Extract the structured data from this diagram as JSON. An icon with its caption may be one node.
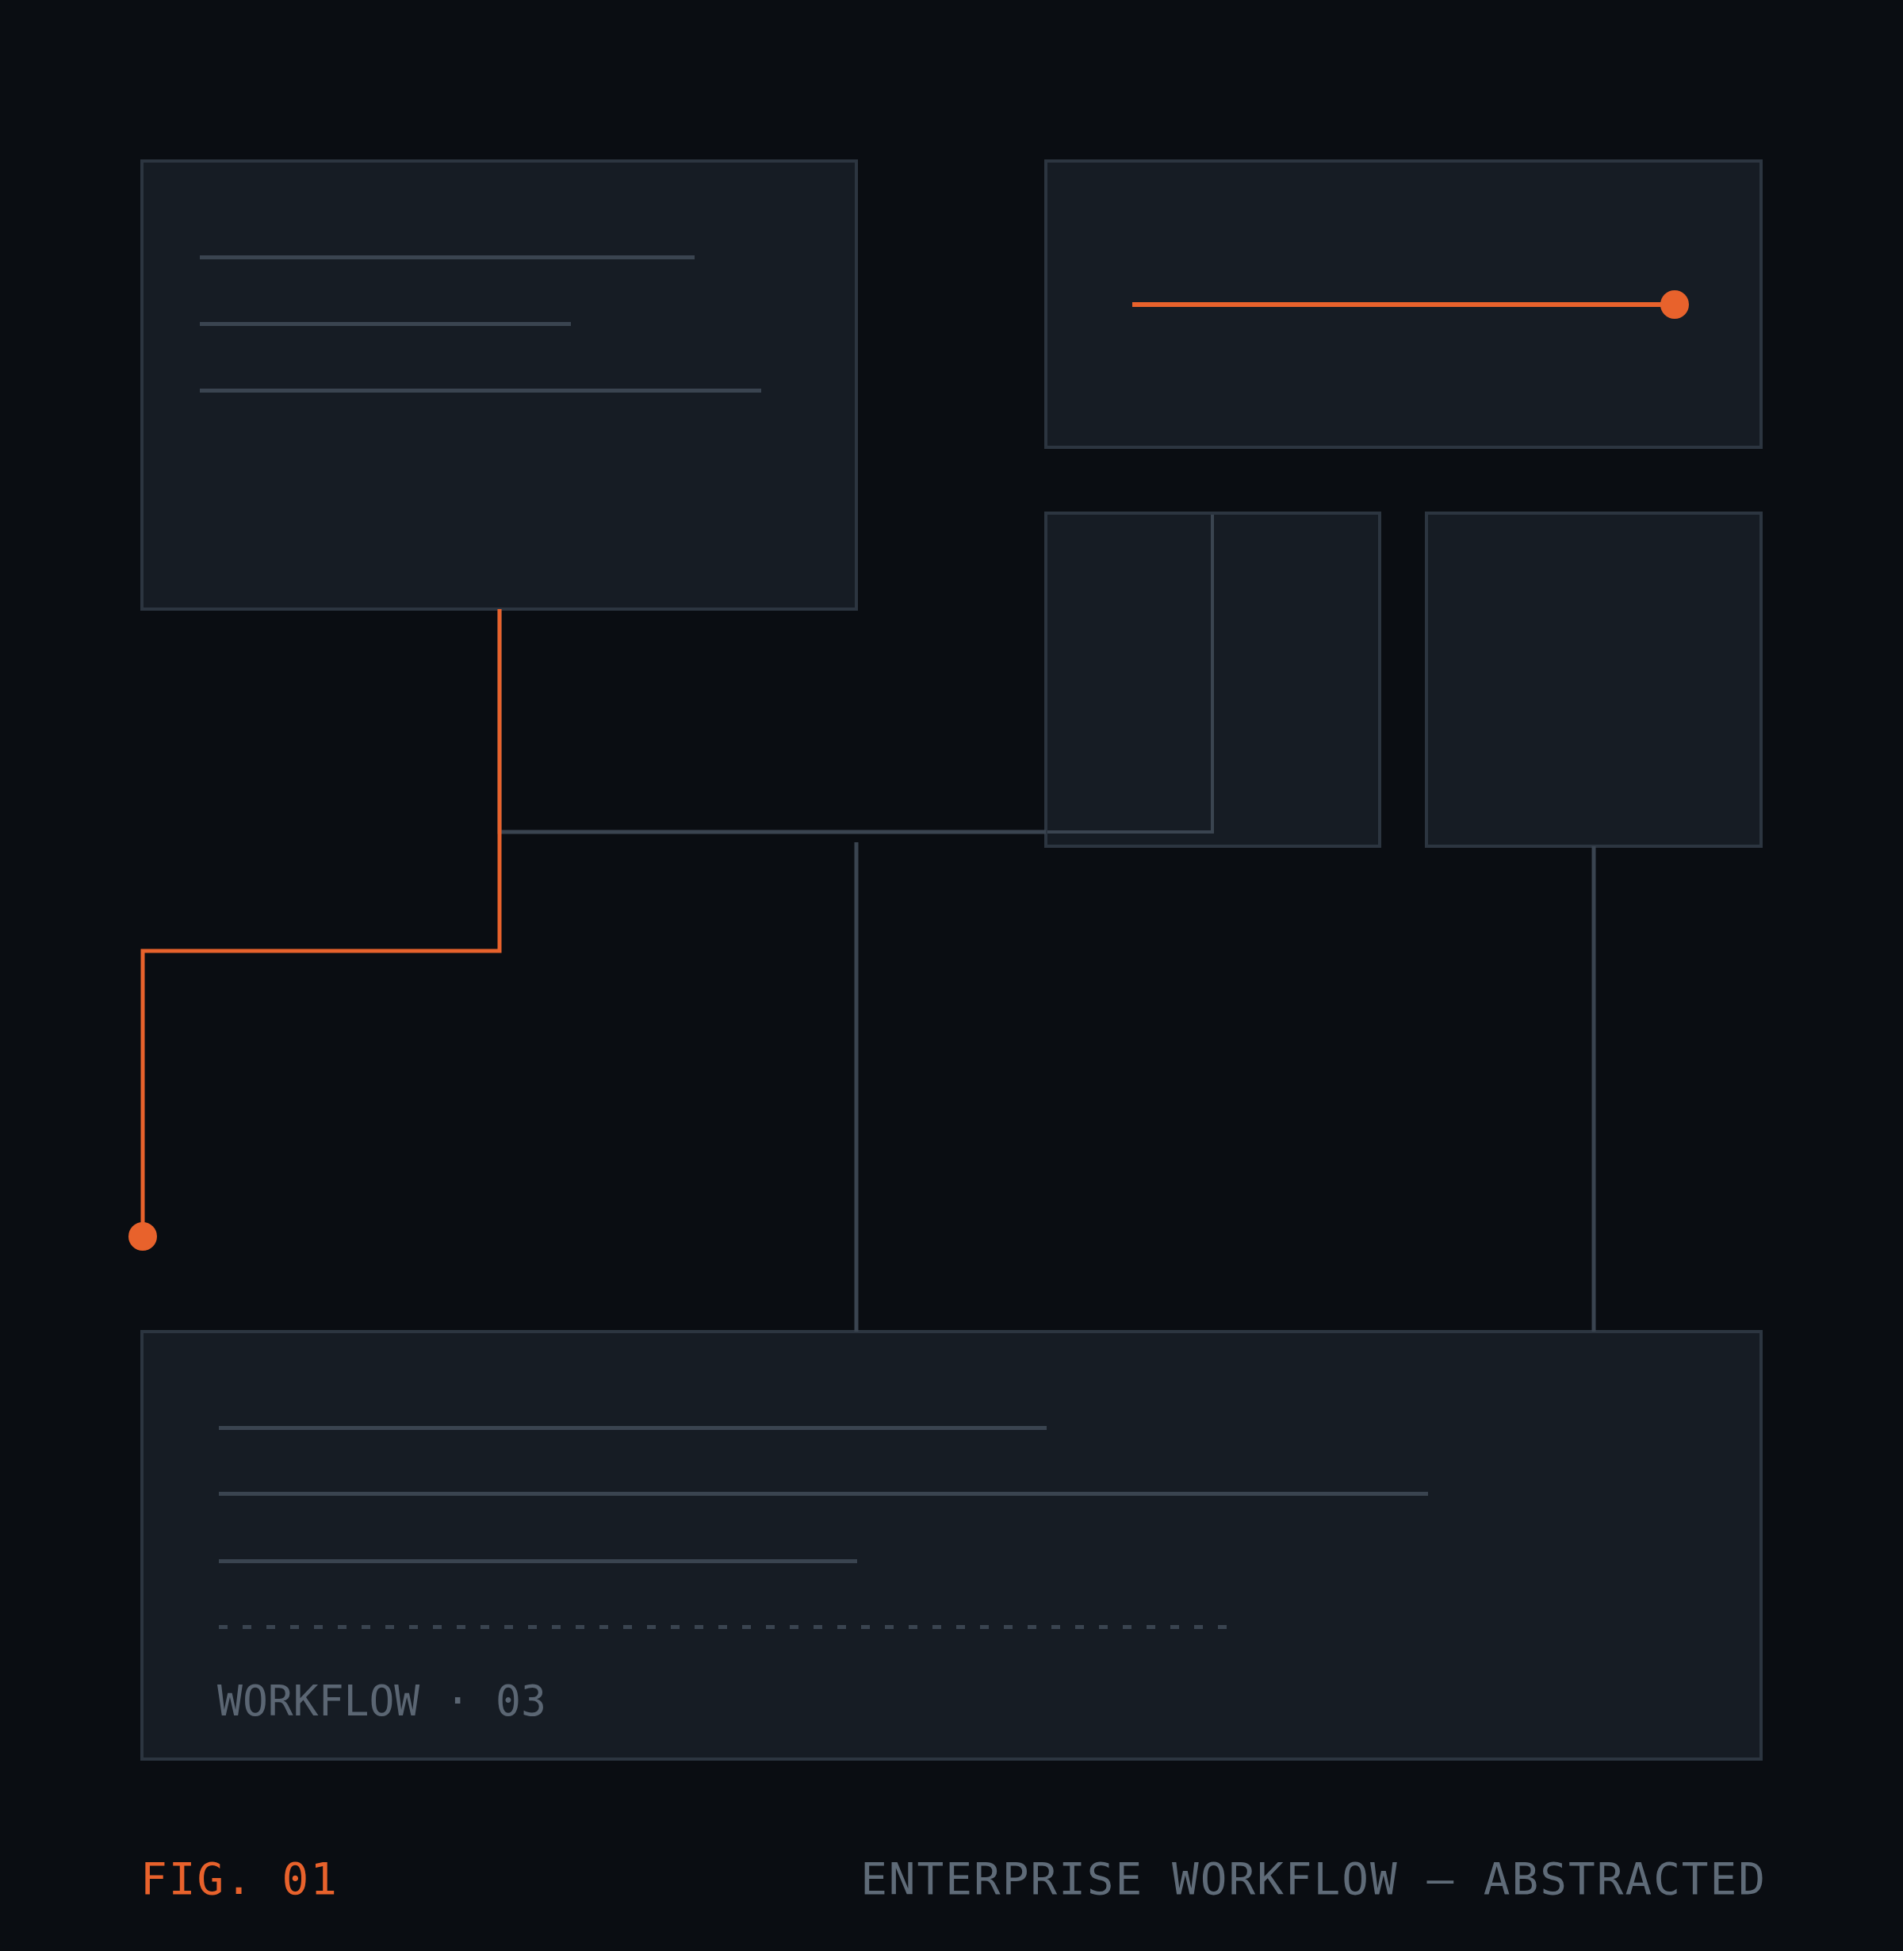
{
  "diagram": {
    "caption": "ENTERPRISE WORKFLOW — ABSTRACTED",
    "nodes": [
      {
        "text": [],
        "shape": "box"
      },
      {
        "text": [],
        "shape": "box"
      },
      {
        "text": [],
        "shape": "box"
      },
      {
        "text": [],
        "shape": "box"
      },
      {
        "text": [
          "WORKFLOW · 03"
        ]
      }
    ],
    "edges": [
      {
        "from": 0,
        "to": null,
        "arrow": "other",
        "color": "#e8622c"
      },
      {
        "from": 0,
        "to": 2,
        "arrow": "none"
      },
      {
        "from": null,
        "to": 4,
        "arrow": "none"
      },
      {
        "from": 3,
        "to": 4,
        "arrow": "none"
      }
    ],
    "labels": [
      "FIG. 01"
    ]
  }
}
